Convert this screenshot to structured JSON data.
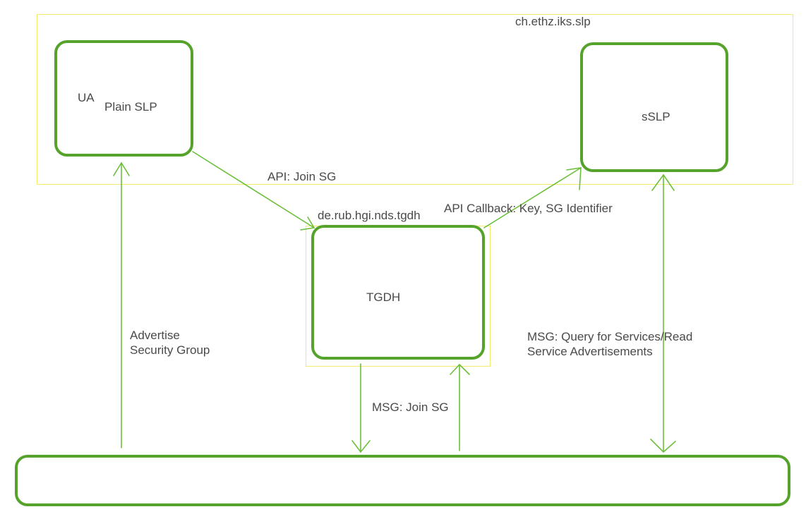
{
  "packages": {
    "top": "ch.ethz.iks.slp",
    "middle": "de.rub.hgi.nds.tgdh"
  },
  "nodes": {
    "ua": {
      "name": "UA",
      "subtitle": "Plain SLP"
    },
    "sslp": "sSLP",
    "tgdh": "TGDH",
    "network": ""
  },
  "edges": {
    "api_join": "API: Join SG",
    "api_callback": "API Callback: Key, SG Identifier",
    "advertise_line1": "Advertise",
    "advertise_line2": "Security Group",
    "msg_join": "MSG: Join SG",
    "query_line1": "MSG: Query for Services/Read",
    "query_line2": "Service Advertisements"
  },
  "colors": {
    "node_border": "#55a32b",
    "connector": "#6cbf3a",
    "package_border": "#f2ec6a",
    "text": "#4a4a4a"
  }
}
